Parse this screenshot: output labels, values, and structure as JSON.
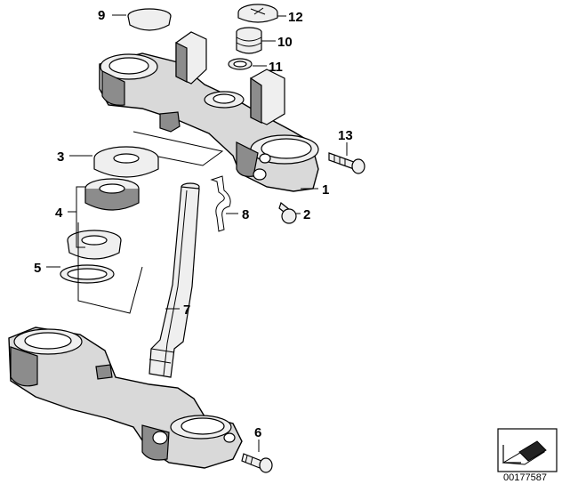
{
  "reference_number": "00177587",
  "part_labels": [
    {
      "id": "9",
      "text": "9"
    },
    {
      "id": "12",
      "text": "12"
    },
    {
      "id": "10",
      "text": "10"
    },
    {
      "id": "11",
      "text": "11"
    },
    {
      "id": "13",
      "text": "13"
    },
    {
      "id": "3",
      "text": "3"
    },
    {
      "id": "1",
      "text": "1"
    },
    {
      "id": "4",
      "text": "4"
    },
    {
      "id": "8",
      "text": "8"
    },
    {
      "id": "2",
      "text": "2"
    },
    {
      "id": "5",
      "text": "5"
    },
    {
      "id": "7",
      "text": "7"
    },
    {
      "id": "6",
      "text": "6"
    }
  ]
}
